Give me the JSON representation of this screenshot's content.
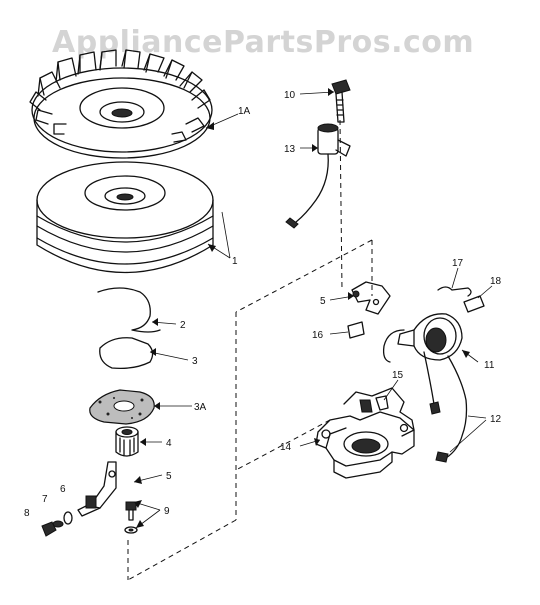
{
  "watermark": "AppliancePartsPros.com",
  "callouts": {
    "c1A": "1A",
    "c1": "1",
    "c2": "2",
    "c3": "3",
    "c3A": "3A",
    "c4": "4",
    "c5_lower": "5",
    "c6": "6",
    "c7": "7",
    "c8": "8",
    "c9": "9",
    "c10": "10",
    "c13": "13",
    "c5_upper": "5",
    "c16": "16",
    "c17": "17",
    "c18": "18",
    "c11": "11",
    "c15": "15",
    "c14": "14",
    "c12": "12"
  }
}
